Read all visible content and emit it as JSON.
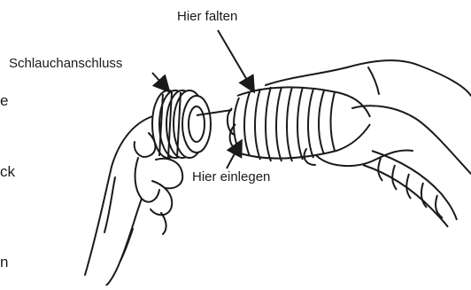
{
  "labels": {
    "fold_here": "Hier falten",
    "hose_connector": "Schlauchanschluss",
    "insert_here": "Hier einlegen"
  },
  "cropped_text_fragments": [
    "e",
    "ck",
    "n"
  ],
  "colors": {
    "ink": "#1a1a1a",
    "background": "#ffffff"
  }
}
